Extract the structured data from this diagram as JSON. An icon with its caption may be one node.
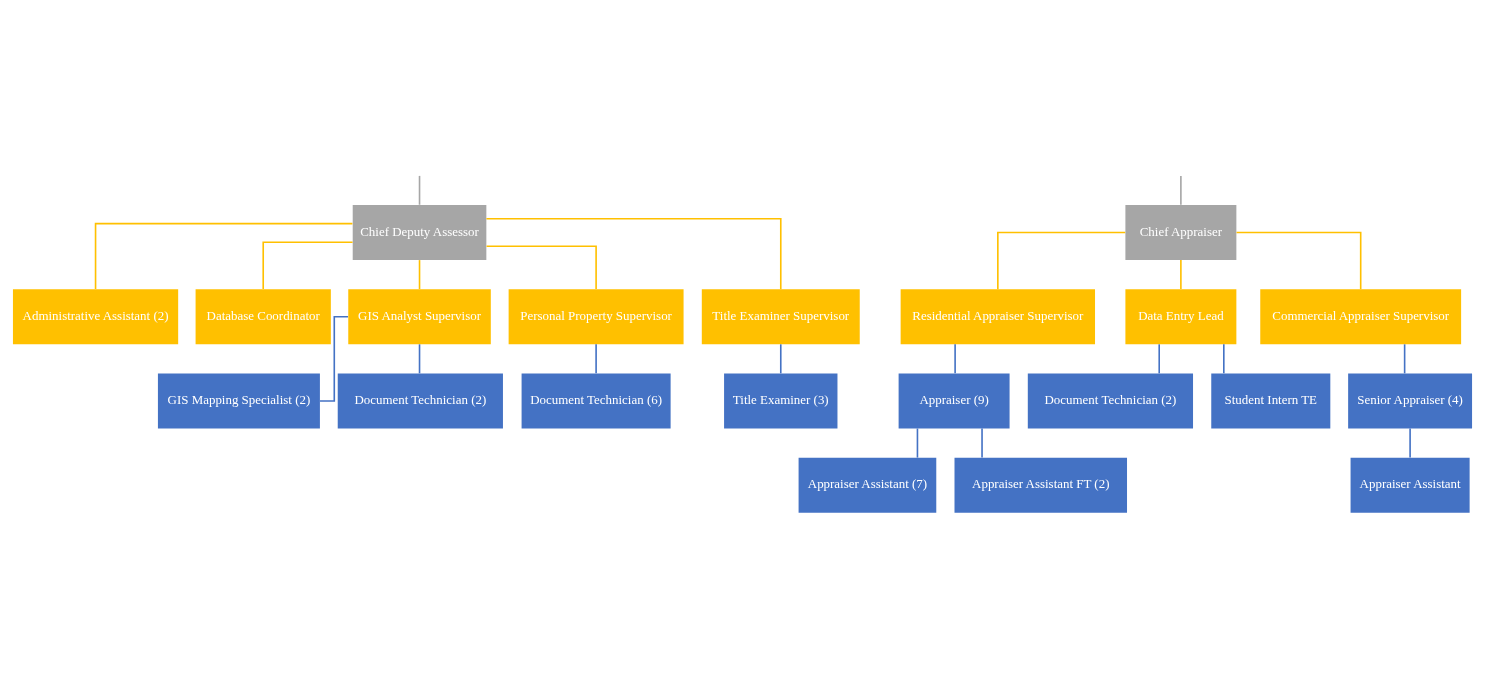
{
  "diagram": {
    "nodes": [
      {
        "text": [
          "Chief Deputy Assessor"
        ]
      },
      {
        "text": [
          "Chief Appraiser"
        ]
      },
      {
        "text": [
          "Administrative Assistant (2)"
        ]
      },
      {
        "text": [
          "Database Coordinator"
        ]
      },
      {
        "text": [
          "GIS Analyst Supervisor"
        ]
      },
      {
        "text": [
          "Personal Property Supervisor"
        ]
      },
      {
        "text": [
          "Title Examiner Supervisor"
        ]
      },
      {
        "text": [
          "Residential Appraiser Supervisor"
        ]
      },
      {
        "text": [
          "Data Entry Lead"
        ]
      },
      {
        "text": [
          "Commercial Appraiser Supervisor"
        ]
      },
      {
        "text": [
          "GIS Mapping Specialist (2)"
        ]
      },
      {
        "text": [
          "Document Technician (2)"
        ]
      },
      {
        "text": [
          "Document Technician (6)"
        ]
      },
      {
        "text": [
          "Title Examiner (3)"
        ]
      },
      {
        "text": [
          "Appraiser (9)"
        ]
      },
      {
        "text": [
          "Appraiser Assistant (7)"
        ]
      },
      {
        "text": [
          "Appraiser Assistant FT (2)"
        ]
      },
      {
        "text": [
          "Document Technician (2)"
        ]
      },
      {
        "text": [
          "Student Intern TE"
        ]
      },
      {
        "text": [
          "Senior Appraiser (4)"
        ]
      },
      {
        "text": [
          "Appraiser Assistant"
        ]
      }
    ],
    "edges": [
      {
        "from": null,
        "to": 0,
        "arrow": "none",
        "color": "#a6a6a6"
      },
      {
        "from": null,
        "to": 1,
        "arrow": "none",
        "color": "#a6a6a6"
      },
      {
        "from": 0,
        "to": 2,
        "arrow": "none",
        "color": "#ffc000"
      },
      {
        "from": 0,
        "to": 3,
        "arrow": "none",
        "color": "#ffc000"
      },
      {
        "from": 0,
        "to": 4,
        "arrow": "none",
        "color": "#ffc000"
      },
      {
        "from": 0,
        "to": 5,
        "arrow": "none",
        "color": "#ffc000"
      },
      {
        "from": 0,
        "to": 6,
        "arrow": "none",
        "color": "#ffc000"
      },
      {
        "from": 1,
        "to": 7,
        "arrow": "none",
        "color": "#ffc000"
      },
      {
        "from": 1,
        "to": 8,
        "arrow": "none",
        "color": "#ffc000"
      },
      {
        "from": 1,
        "to": 9,
        "arrow": "none",
        "color": "#ffc000"
      },
      {
        "from": 4,
        "to": 10,
        "arrow": "none"
      },
      {
        "from": 4,
        "to": 11,
        "arrow": "none"
      },
      {
        "from": 5,
        "to": 12,
        "arrow": "none"
      },
      {
        "from": 6,
        "to": 13,
        "arrow": "none"
      },
      {
        "from": 7,
        "to": 14,
        "arrow": "none"
      },
      {
        "from": 14,
        "to": 15,
        "arrow": "none"
      },
      {
        "from": 14,
        "to": 16,
        "arrow": "none"
      },
      {
        "from": 8,
        "to": 17,
        "arrow": "none"
      },
      {
        "from": 8,
        "to": 18,
        "arrow": "none"
      },
      {
        "from": 9,
        "to": 19,
        "arrow": "none"
      },
      {
        "from": 19,
        "to": 20,
        "arrow": "none"
      }
    ]
  }
}
